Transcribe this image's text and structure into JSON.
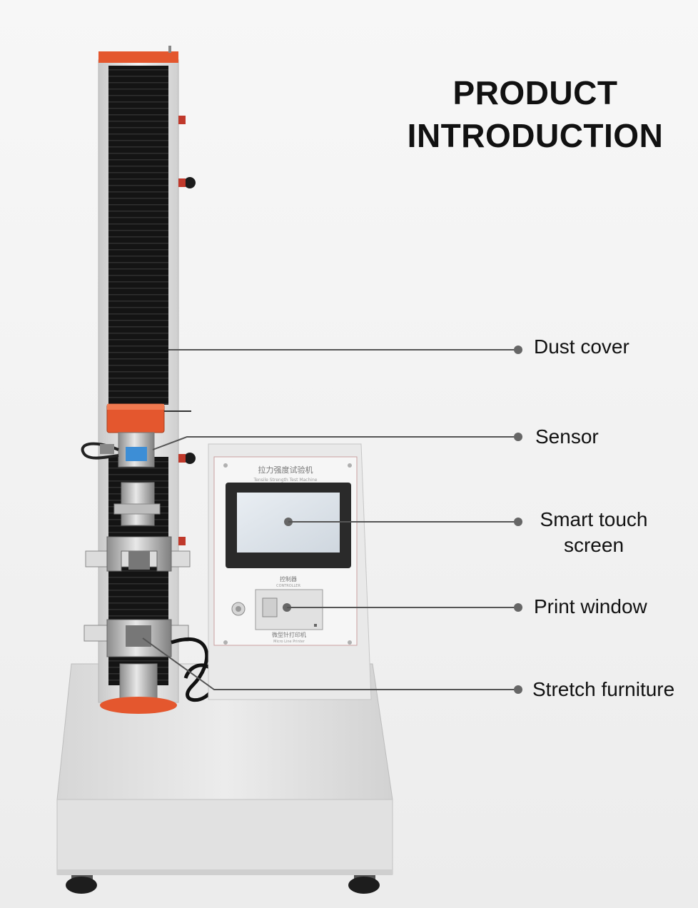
{
  "title": {
    "line1": "PRODUCT",
    "line2": "INTRODUCTION"
  },
  "callouts": [
    {
      "id": "dust-cover",
      "label": "Dust cover"
    },
    {
      "id": "sensor",
      "label": "Sensor"
    },
    {
      "id": "touch-screen",
      "label_line1": "Smart touch",
      "label_line2": "screen"
    },
    {
      "id": "print-window",
      "label": "Print window"
    },
    {
      "id": "stretch-furniture",
      "label": "Stretch furniture"
    }
  ],
  "machine": {
    "panel_title": "拉力强度试验机",
    "panel_subtitle": "Tensile Strength Test Machine",
    "controller_label": "控制器",
    "controller_sublabel": "CONTROLLER",
    "printer_label": "微型针打印机",
    "printer_sublabel": "Micro Line Printer"
  },
  "colors": {
    "accent_orange": "#e4572e",
    "cover_black": "#151515",
    "body_grey": "#e2e2e2",
    "leader_line": "#555555"
  }
}
